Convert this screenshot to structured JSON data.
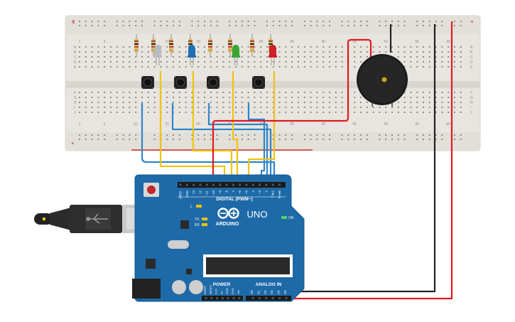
{
  "breadboard": {
    "row_letters_top": [
      "A",
      "B",
      "C",
      "D",
      "E"
    ],
    "row_letters_bottom": [
      "F",
      "G",
      "H",
      "I",
      "J"
    ],
    "column_numbers": [
      "1",
      "5",
      "10",
      "15",
      "20",
      "25",
      "30",
      "35",
      "40",
      "45",
      "50",
      "55",
      "60"
    ],
    "rail_plus": "+",
    "rail_minus": "-"
  },
  "components": {
    "leds": [
      {
        "name": "led-white",
        "color": "#b9bcc0"
      },
      {
        "name": "led-blue",
        "color": "#1f6fb2"
      },
      {
        "name": "led-green",
        "color": "#3aa535"
      },
      {
        "name": "led-red",
        "color": "#cf2027"
      }
    ],
    "resistor_count": 8,
    "button_count": 4,
    "buzzer": {
      "name": "piezo-buzzer"
    }
  },
  "arduino": {
    "brand": "ARDUINO",
    "model": "UNO",
    "digital_header_label": "DIGITAL (PWM~)",
    "power_label": "POWER",
    "analog_label": "ANALOG IN",
    "on_label": "ON",
    "tx_label": "TX",
    "rx_label": "RX",
    "l_label": "L",
    "digital_pins": [
      "AREF",
      "GND",
      "13",
      "12",
      "~11",
      "~10",
      "~9",
      "8",
      "7",
      "~6",
      "~5",
      "4",
      "~3",
      "2",
      "TX▸1",
      "RX◂0"
    ],
    "power_pins": [
      "IOREF",
      "RESET",
      "3.3V",
      "5V",
      "GND",
      "GND",
      "Vin"
    ],
    "analog_pins": [
      "A0",
      "A1",
      "A2",
      "A3",
      "A4",
      "A5"
    ]
  },
  "colors": {
    "board_blue": "#1e6aa8",
    "wire_red": "#e0191f",
    "wire_black": "#222222",
    "wire_yellow": "#f1c20f",
    "wire_blue": "#2f86c8",
    "breadboard": "#e8e5e0"
  }
}
